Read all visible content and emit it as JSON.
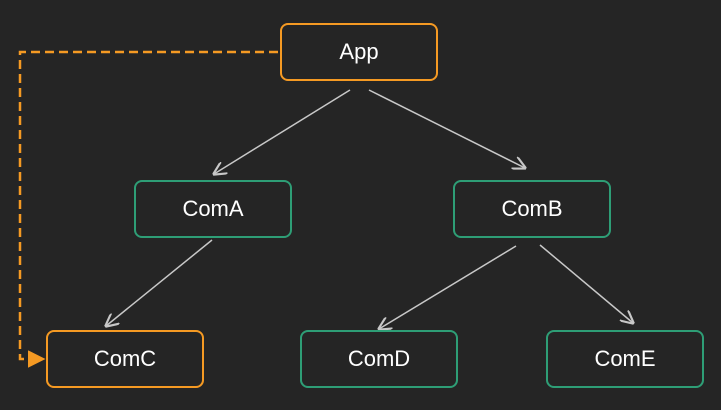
{
  "diagram": {
    "nodes": [
      {
        "id": "app",
        "label": "App"
      },
      {
        "id": "coma",
        "label": "ComA"
      },
      {
        "id": "comb",
        "label": "ComB"
      },
      {
        "id": "comc",
        "label": "ComC"
      },
      {
        "id": "comd",
        "label": "ComD"
      },
      {
        "id": "come",
        "label": "ComE"
      }
    ],
    "edges": [
      {
        "from": "App",
        "to": "ComA",
        "style": "solid"
      },
      {
        "from": "App",
        "to": "ComB",
        "style": "solid"
      },
      {
        "from": "ComA",
        "to": "ComC",
        "style": "solid"
      },
      {
        "from": "ComB",
        "to": "ComD",
        "style": "solid"
      },
      {
        "from": "ComB",
        "to": "ComE",
        "style": "solid"
      },
      {
        "from": "App",
        "to": "ComC",
        "style": "dashed"
      }
    ]
  },
  "colors": {
    "background": "#252525",
    "highlight_border": "#f59a23",
    "normal_border": "#2e9e76",
    "edge": "#c8c8c8",
    "dashed_edge": "#f59a23",
    "text": "#ffffff"
  }
}
